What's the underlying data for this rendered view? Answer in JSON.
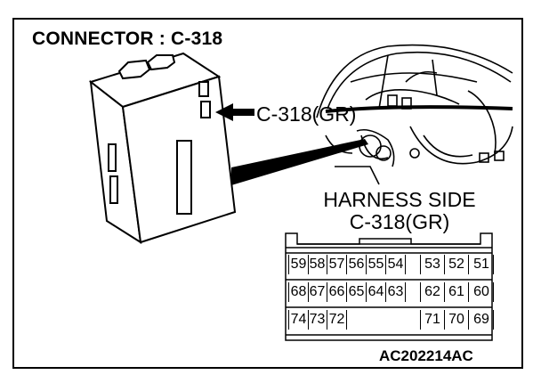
{
  "title": "CONNECTOR : C-318",
  "callout": "C-318(GR)",
  "harness": {
    "line1": "HARNESS SIDE",
    "line2": "C-318(GR)"
  },
  "pins": {
    "row1": [
      "59",
      "58",
      "57",
      "56",
      "55",
      "54",
      "53",
      "52",
      "51"
    ],
    "row2": [
      "68",
      "67",
      "66",
      "65",
      "64",
      "63",
      "62",
      "61",
      "60"
    ],
    "row3_left": [
      "74",
      "73",
      "72"
    ],
    "row3_right": [
      "71",
      "70",
      "69"
    ]
  },
  "figure_code": "AC202214AC",
  "colors": {
    "ink": "#000000",
    "paper": "#ffffff"
  }
}
